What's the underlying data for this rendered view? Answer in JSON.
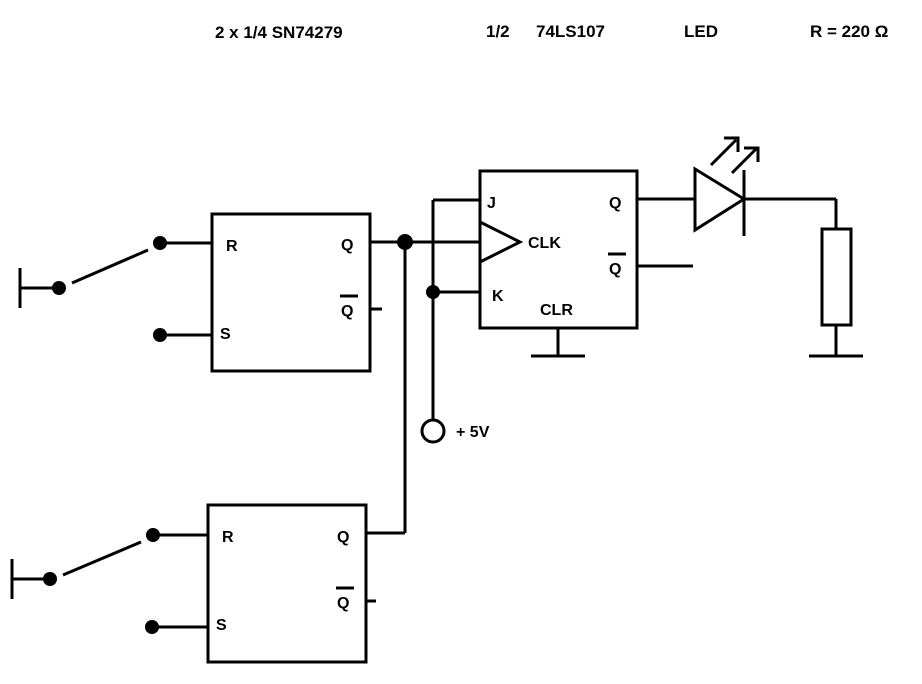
{
  "header": {
    "latches": "2 x 1/4 SN74279",
    "flipflop": "1/2",
    "flipflop_part": "74LS107",
    "led": "LED",
    "resistor": "R = 220 Ω"
  },
  "latch_top": {
    "r": "R",
    "s": "S",
    "q": "Q",
    "qbar": "Q"
  },
  "latch_bottom": {
    "r": "R",
    "s": "S",
    "q": "Q",
    "qbar": "Q"
  },
  "flipflop": {
    "j": "J",
    "k": "K",
    "clk": "CLK",
    "clr": "CLR",
    "q": "Q",
    "qbar": "Q"
  },
  "supply": {
    "label": "+ 5V"
  },
  "colors": {
    "ink": "#000000",
    "background": "#ffffff"
  }
}
